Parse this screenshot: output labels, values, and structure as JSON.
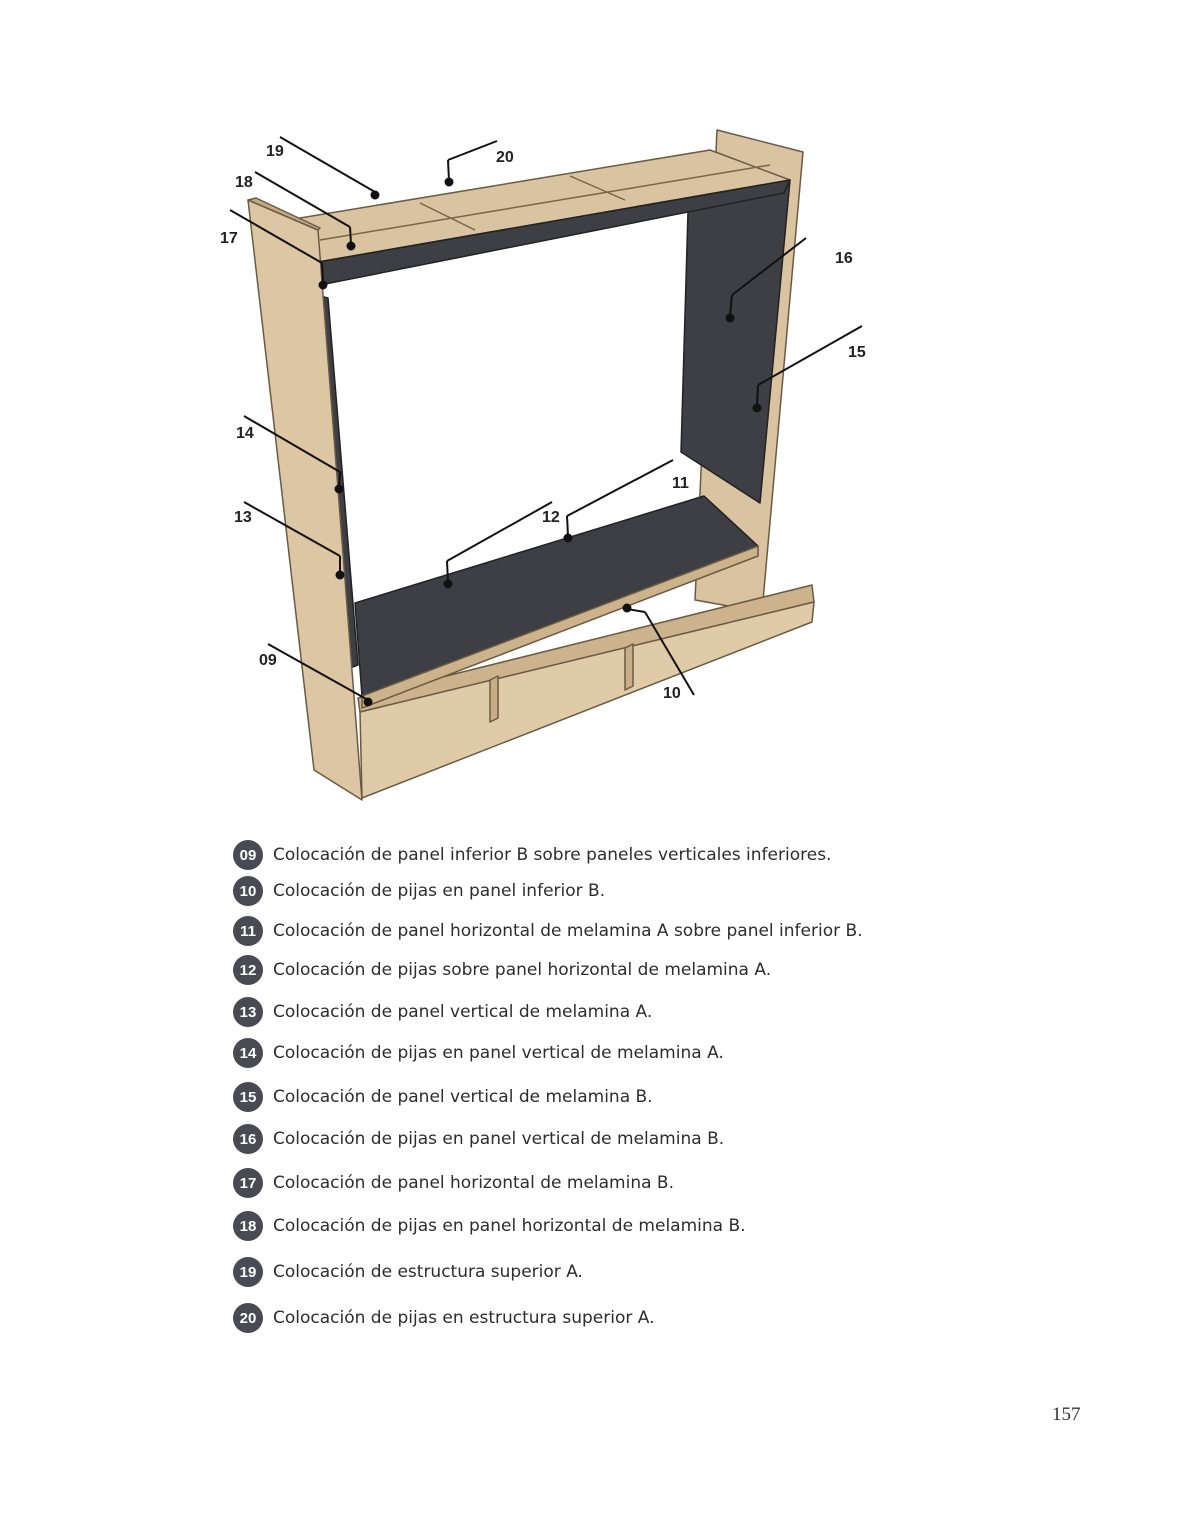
{
  "figure": {
    "callouts": [
      "19",
      "20",
      "18",
      "17",
      "16",
      "15",
      "14",
      "13",
      "12",
      "11",
      "09",
      "10"
    ]
  },
  "steps": [
    {
      "num": "09",
      "text": "Colocación de panel inferior B sobre paneles verticales inferiores."
    },
    {
      "num": "10",
      "text": "Colocación de pijas en panel inferior B."
    },
    {
      "num": "11",
      "text": "Colocación de panel horizontal de melamina A sobre panel inferior B."
    },
    {
      "num": "12",
      "text": "Colocación de pijas sobre panel horizontal de melamina A."
    },
    {
      "num": "13",
      "text": "Colocación de panel vertical de melamina A."
    },
    {
      "num": "14",
      "text": "Colocación de pijas en panel vertical de melamina A."
    },
    {
      "num": "15",
      "text": "Colocación de panel vertical de melamina B."
    },
    {
      "num": "16",
      "text": "Colocación de pijas en panel vertical de melamina B."
    },
    {
      "num": "17",
      "text": "Colocación de panel horizontal de melamina B."
    },
    {
      "num": "18",
      "text": "Colocación de pijas en panel horizontal de melamina B."
    },
    {
      "num": "19",
      "text": "Colocación de estructura superior A."
    },
    {
      "num": "20",
      "text": "Colocación de pijas en estructura superior A."
    }
  ],
  "page_number": "157",
  "colors": {
    "wood": "#d9c3a1",
    "wood_dark": "#c4aa82",
    "melamine": "#3d3f44",
    "badge": "#4a4a52"
  }
}
